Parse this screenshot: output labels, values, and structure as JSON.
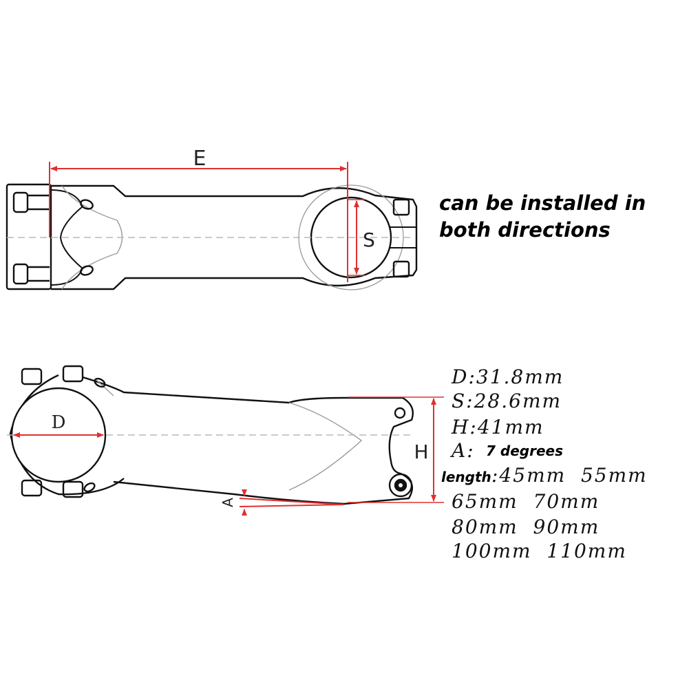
{
  "labels": {
    "e": "E",
    "s": "S",
    "d": "D",
    "h": "H",
    "a": "A"
  },
  "note": {
    "line1": "can be installed in",
    "line2": "both directions"
  },
  "specs": {
    "d": "D:31.8mm",
    "s": "S:28.6mm",
    "h": "H:41mm",
    "a_prefix": "A:",
    "a_value": "7 degrees",
    "length_prefix": "length",
    "length_row1": ":45mm  55mm",
    "length_row2": "65mm  70mm",
    "length_row3": "80mm  90mm",
    "length_row4": "100mm  110mm"
  },
  "colors": {
    "dimension": "#e03030",
    "outline": "#111111",
    "hidden": "#b9b9b9"
  }
}
